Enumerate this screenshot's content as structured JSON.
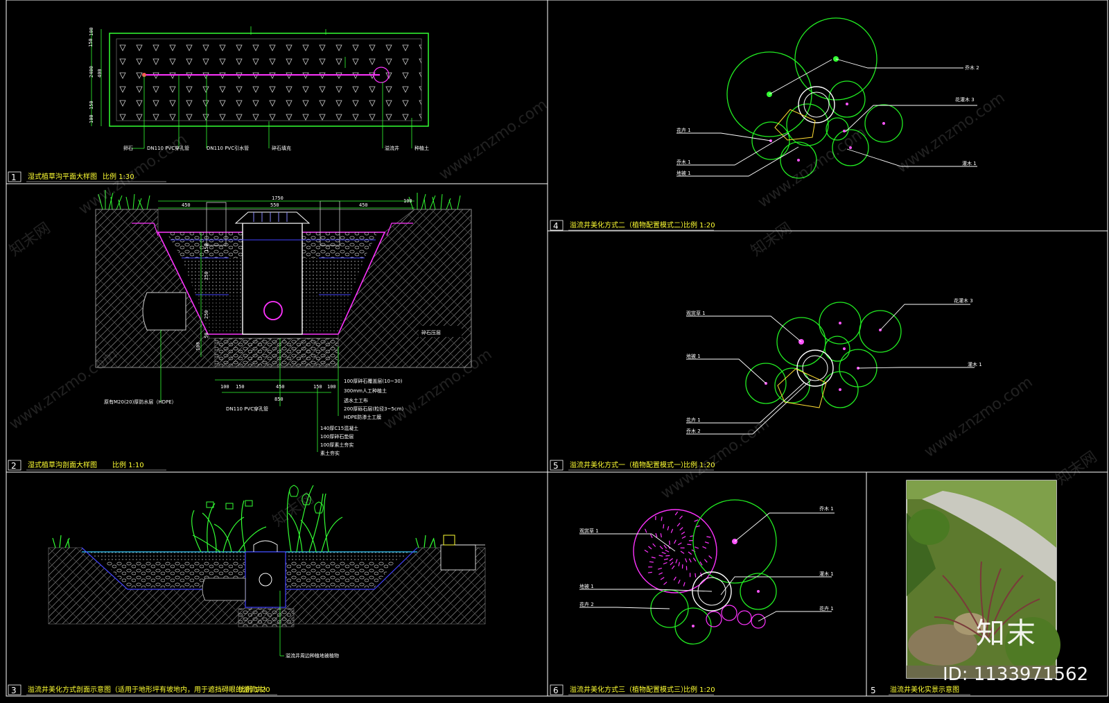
{
  "panels": [
    {
      "num": "1",
      "title": "湿式植草沟平面大样图",
      "scale": "比例 1:30"
    },
    {
      "num": "2",
      "title": "湿式植草沟剖面大样图",
      "scale": "比例 1:10"
    },
    {
      "num": "3",
      "title": "溢流井美化方式剖面示意图（适用于地形坪有坡地内，用于遮挡碍眼的溢流井）",
      "scale": "比例 1:20"
    },
    {
      "num": "4",
      "title": "溢流井美化方式二（植物配置模式二）",
      "scale": "比例 1:20"
    },
    {
      "num": "5",
      "title": "溢流井美化方式一（植物配置模式一）",
      "scale": "比例 1:20"
    },
    {
      "num": "6",
      "title": "溢流井美化方式三（植物配置模式三）",
      "scale": "比例 1:20"
    },
    {
      "num": "5",
      "title": "溢流井美化实景示意图",
      "scale": ""
    }
  ],
  "plan": {
    "dims_left": [
      "100",
      "150",
      "2400",
      "400",
      "150",
      "100"
    ],
    "callouts": [
      "DN110 PVC穿孔管",
      "DN110 PVC引水管",
      "碎石填充",
      "溢流井",
      "种植土",
      "卵石"
    ]
  },
  "section": {
    "dims_top": [
      "1750",
      "450",
      "550",
      "450",
      "100"
    ],
    "dims_bottom": [
      "100",
      "150",
      "450",
      "150",
      "100"
    ],
    "dims_side": [
      "150",
      "250",
      "250",
      "100",
      "50"
    ],
    "total_bottom": "850",
    "pipe_label": "DN110 PVC穿孔管",
    "left_note": "原有M20(20)厚防水层（HDPE）",
    "right_note": "碎石压层",
    "layer_notes": [
      "100厚碎石覆盖层(10~30)",
      "300mm人工种植土",
      "透水土工布",
      "200厚砾石层(粒径3~5cm)",
      "HDPE防渗土工膜"
    ],
    "base_notes": [
      "140厚C15混凝土",
      "100厚碎石垫层",
      "100厚素土夯实",
      "素土夯实"
    ]
  },
  "section3": {
    "note": "溢流井周边种植地被植物"
  },
  "plant_labels": {
    "p4": [
      "乔木 2",
      "灌木 1",
      "地被 1",
      "花卉 1",
      "花灌木 3",
      "乔木 1"
    ],
    "p5": [
      "观赏草 1",
      "地被 1",
      "花卉 1",
      "灌木 1",
      "花灌木 3",
      "乔木 2"
    ],
    "p6": [
      "观赏草 1",
      "乔木 1",
      "灌木 1",
      "地被 1",
      "花卉 2",
      "花卉 1"
    ]
  },
  "watermark": {
    "url": "www.znzmo.com",
    "cn": "知末网"
  },
  "brand": "知末",
  "image_id": "ID: 1133971562"
}
